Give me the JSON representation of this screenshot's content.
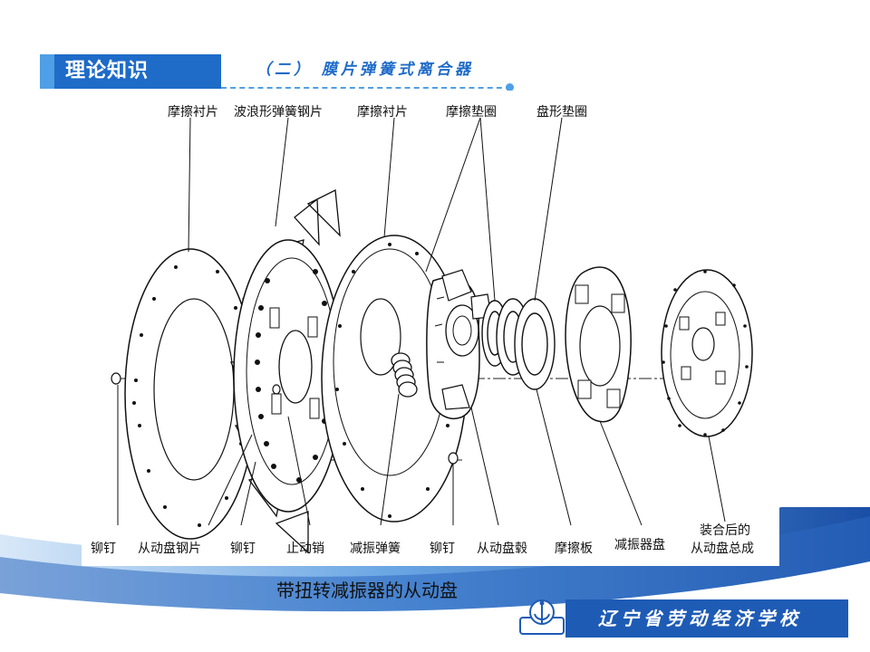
{
  "header": {
    "title": "理论知识",
    "subtitle": "（二） 膜片弹簧式离合器"
  },
  "figure": {
    "top_labels": [
      "摩擦衬片",
      "波浪形弹簧钢片",
      "摩擦衬片",
      "摩擦垫圈",
      "盘形垫圈"
    ],
    "bottom_labels": [
      "铆钉",
      "从动盘钢片",
      "铆钉",
      "止动销",
      "减振弹簧",
      "铆钉",
      "从动盘毂",
      "摩擦板",
      "减振器盘"
    ],
    "assembled_label": [
      "装合后的",
      "从动盘总成"
    ]
  },
  "caption": "带扭转减振器的从动盘",
  "footer": {
    "school_name": "辽宁省劳动经济学校"
  },
  "colors": {
    "primary_blue": "#1e6bc8",
    "light_blue": "#4f9fe6",
    "band_blue": "#1e5bb5"
  }
}
